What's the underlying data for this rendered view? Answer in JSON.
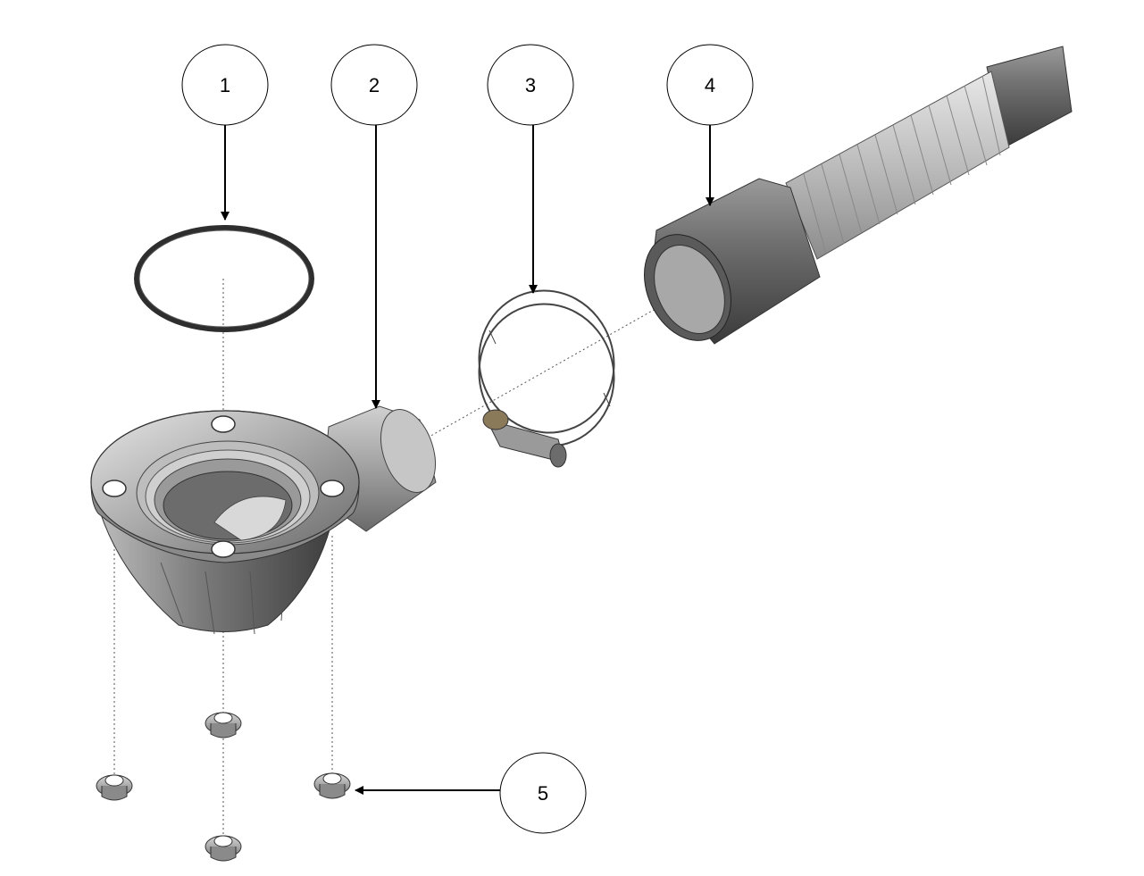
{
  "callouts": [
    {
      "id": "1",
      "label": "1"
    },
    {
      "id": "2",
      "label": "2"
    },
    {
      "id": "3",
      "label": "3"
    },
    {
      "id": "4",
      "label": "4"
    },
    {
      "id": "5",
      "label": "5"
    }
  ],
  "colors": {
    "background": "#ffffff",
    "line": "#000000",
    "part_dark": "#555555",
    "part_mid": "#8a8a8a",
    "part_light": "#d8d8d8",
    "oring": "#2e2e2e"
  }
}
